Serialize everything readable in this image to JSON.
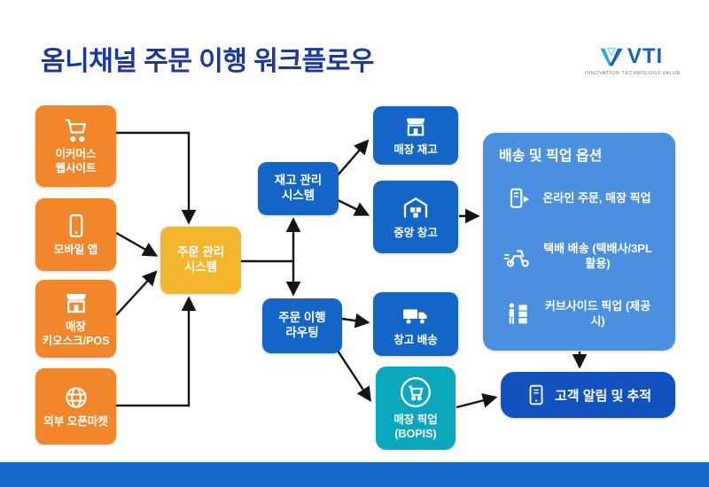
{
  "header": {
    "title": "옴니채널 주문 이행 워크플로우",
    "logo_text": "VTI",
    "logo_tagline": "INNOVATION TECHNOLOGY.VALUE"
  },
  "channels": [
    {
      "label": "이커머스 웹사이트",
      "icon": "cart-icon"
    },
    {
      "label": "모바일 앱",
      "icon": "smartphone-icon"
    },
    {
      "label": "매장 키오스크/POS",
      "icon": "storefront-icon"
    },
    {
      "label": "외부 오픈마켓",
      "icon": "globe-icon"
    }
  ],
  "nodes": {
    "order_management": "주문 관리 시스템",
    "inventory_system": "재고 관리 시스템",
    "fulfillment_routing": "주문 이행 라우팅",
    "store_inventory": "매장 재고",
    "central_warehouse": "중앙 창고",
    "warehouse_delivery": "창고 배송",
    "store_pickup_bopis": "매장 픽업 (BOPIS)",
    "customer_notification": "고객 알림 및 추적"
  },
  "delivery_panel": {
    "title": "배송 및 픽업 옵션",
    "options": [
      {
        "label": "온라인 주문, 매장 픽업",
        "icon": "phone-order-icon"
      },
      {
        "label": "택배 배송 (택배사/3PL 활용)",
        "icon": "scooter-icon"
      },
      {
        "label": "커브사이드 픽업 (제공 시)",
        "icon": "curbside-icon"
      }
    ]
  },
  "colors": {
    "channel_orange": "#F1862B",
    "oms_yellow": "#F4B62E",
    "node_blue": "#1465C8",
    "panel_blue": "#4A90DE",
    "pickup_teal": "#0BA7BC",
    "notify_blue": "#1152BE",
    "footer_blue": "#1467C8",
    "title_navy": "#1C36A4",
    "arrow_black": "#141414"
  }
}
